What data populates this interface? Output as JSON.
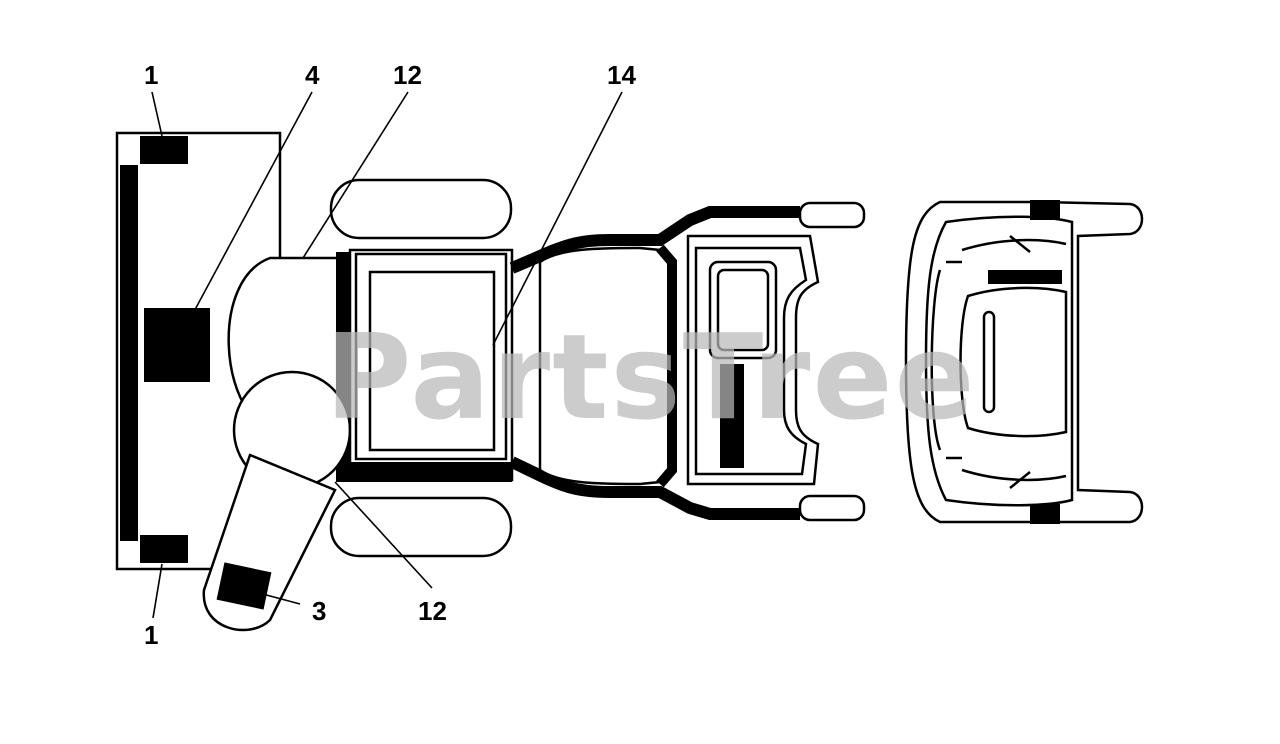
{
  "callouts": {
    "c1_top": "1",
    "c4": "4",
    "c12_top": "12",
    "c14": "14",
    "c3": "3",
    "c12_bottom": "12",
    "c1_bottom": "1"
  },
  "watermark": "PartsTree",
  "colors": {
    "line": "#000000",
    "background": "#ffffff",
    "watermark": "#b9b9b9"
  }
}
